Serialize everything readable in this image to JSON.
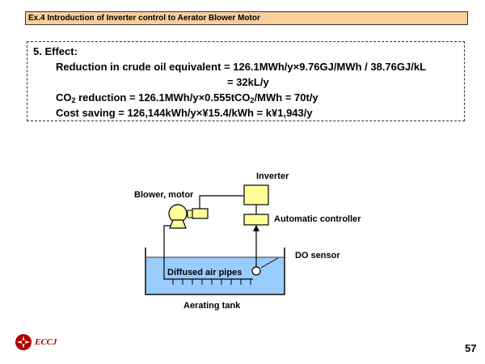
{
  "header": {
    "title": "Ex.4  Introduction of Inverter control to Aerator Blower Motor"
  },
  "effect": {
    "heading": "5. Effect:",
    "crude_oil_line": "Reduction in crude oil equivalent = 126.1MWh/y×9.76GJ/MWh / 38.76GJ/kL",
    "crude_oil_result": "= 32kL/y",
    "co2_line": {
      "part1": "CO",
      "sub1": "2",
      "part2": " reduction = 126.1MWh/y×0.555tCO",
      "sub2": "2",
      "part3": "/MWh = 70t/y"
    },
    "cost_line": "Cost saving = 126,144kWh/y×¥15.4/kWh = k¥1,943/y"
  },
  "diagram": {
    "inverter_label": "Inverter",
    "blower_label": "Blower, motor",
    "controller_label": "Automatic controller",
    "do_sensor_label": "DO sensor",
    "pipes_label": "Diffused air pipes",
    "tank_label": "Aerating tank",
    "colors": {
      "box_fill": "#ffff99",
      "water": "#99ccff",
      "stroke": "#000000"
    }
  },
  "footer": {
    "logo_text": "ECCJ",
    "page_number": "57",
    "logo_color": "#b00000"
  }
}
